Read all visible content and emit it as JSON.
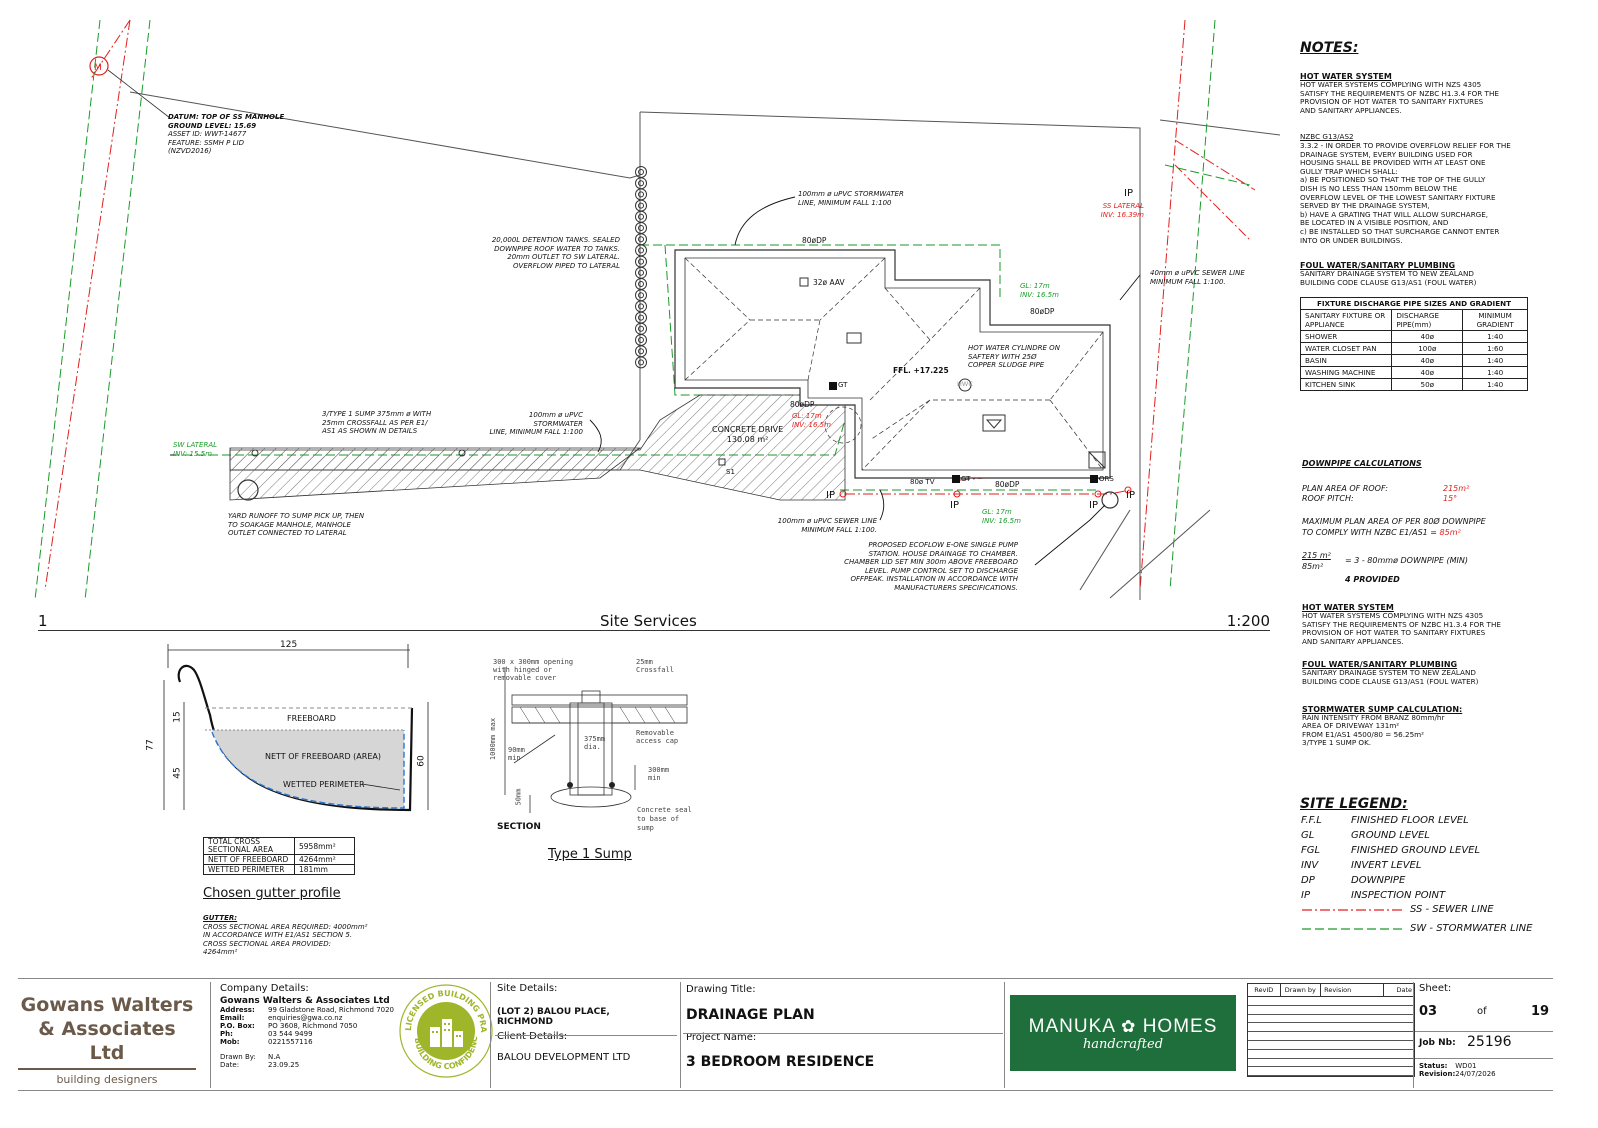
{
  "site_plan": {
    "datum": {
      "title": "DATUM: TOP OF SS MANHOLE",
      "ground": "GROUND LEVEL: 15.69",
      "asset": "ASSET ID: WWT-14677",
      "feature": "FEATURE: SSMH P LID",
      "ref": "(NZVD2016)"
    },
    "manhole_label": "M",
    "detention_note": [
      "20,000L DETENTION TANKS. SEALED",
      "DOWNPIPE ROOF WATER TO TANKS.",
      "20mm OUTLET TO SW LATERAL.",
      "OVERFLOW PIPED TO LATERAL"
    ],
    "sw_pipe_note_top": [
      "100mm ø uPVC STORMWATER",
      "LINE, MINIMUM FALL 1:100"
    ],
    "sw_pipe_note_mid": [
      "100mm ø uPVC STORMWATER",
      "LINE, MINIMUM FALL 1:100"
    ],
    "sump_note": [
      "3/TYPE 1 SUMP 375mm ø WITH",
      "25mm CROSSFALL AS PER E1/",
      "AS1 AS SHOWN IN DETAILS"
    ],
    "sw_lateral": [
      "SW LATERAL",
      "INV: 15.5m"
    ],
    "yard_note": [
      "YARD RUNOFF TO SUMP PICK UP, THEN",
      "TO SOAKAGE MANHOLE, MANHOLE",
      "OUTLET CONNECTED TO LATERAL"
    ],
    "concrete_drive": [
      "CONCRETE DRIVE",
      "130.08 m²"
    ],
    "sewer_note": [
      "100mm ø uPVC SEWER LINE",
      "MINIMUM FALL 1:100."
    ],
    "pump_note": [
      "PROPOSED ECOFLOW E-ONE SINGLE PUMP",
      "STATION. HOUSE DRAINAGE TO CHAMBER.",
      "CHAMBER LID SET MIN 300m ABOVE FREEBOARD",
      "LEVEL. PUMP CONTROL SET TO DISCHARGE",
      "OFFPEAK. INSTALLATION IN ACCORDANCE WITH",
      "MANUFACTURERS SPECIFICATIONS."
    ],
    "hwc_note": [
      "HOT WATER CYLINDRE ON",
      "SAFTERY WITH 25Ø",
      "COPPER SLUDGE PIPE"
    ],
    "ffl": "FFL. +17.225",
    "aav": "32ø AAV",
    "ss_lateral": [
      "SS LATERAL",
      "INV: 16.39m"
    ],
    "ss_pipe_note": [
      "40mm ø uPVC SEWER LINE",
      "MINIMUM FALL 1:100."
    ],
    "gl_inv_a": [
      "GL: 17m",
      "INV: 16.5m"
    ],
    "gl_inv_b": [
      "GL: 17m",
      "INV: 16.5m"
    ],
    "gl_inv_c": [
      "GL: 17m",
      "INV: 16.5m"
    ],
    "dp_labels": [
      "80øDP",
      "80øDP",
      "80øDP",
      "80øDP"
    ],
    "ip": "IP",
    "gt": "GT",
    "tv": "80ø TV",
    "ors": "ORS",
    "hwc": "HWC",
    "s1": "S1",
    "footer_num": "1",
    "footer_title": "Site Services",
    "footer_scale": "1:200"
  },
  "gutter": {
    "width": "125",
    "h_total": "77",
    "h_top": "15",
    "h_bottom": "45",
    "h_right": "60",
    "freeboard": "FREEBOARD",
    "nett": "NETT OF FREEBOARD (AREA)",
    "wetted": "WETTED PERIMETER",
    "table": [
      [
        "TOTAL CROSS SECTIONAL AREA",
        "5958mm²"
      ],
      [
        "NETT OF FREEBOARD",
        "4264mm²"
      ],
      [
        "WETTED PERIMETER",
        "181mm"
      ]
    ],
    "title": "Chosen gutter profile",
    "note_h": "GUTTER:",
    "note_lines": [
      "CROSS SECTIONAL AREA REQUIRED: 4000mm²",
      "IN ACCORDANCE WITH E1/AS1 SECTION 5.",
      "CROSS SECTIONAL AREA PROVIDED:",
      "4264mm²"
    ]
  },
  "sump": {
    "opening": [
      "300 x 300mm opening",
      "with hinged or",
      "removable cover"
    ],
    "crossfall": [
      "25mm",
      "Crossfall"
    ],
    "max": "1000mm max",
    "dia": [
      "375mm",
      "dia."
    ],
    "cap": [
      "Removable",
      "access cap"
    ],
    "min90": [
      "90mm",
      "min"
    ],
    "min300": [
      "300mm",
      "min"
    ],
    "min50": "50mm",
    "seal": [
      "Concrete seal",
      "to base of",
      "sump"
    ],
    "section": "SECTION",
    "title": "Type 1 Sump"
  },
  "notes": {
    "heading": "NOTES:",
    "hws_h": "HOT WATER SYSTEM",
    "hws_b": [
      "HOT WATER SYSTEMS COMPLYING WITH NZS 4305",
      "SATISFY THE REQUIREMENTS OF NZBC H1.3.4 FOR THE",
      "PROVISION OF HOT WATER TO SANITARY FIXTURES",
      "AND SANITARY APPLIANCES."
    ],
    "nzbc_h": "NZBC G13/AS2",
    "nzbc_b": [
      "3.3.2 - IN ORDER TO PROVIDE OVERFLOW RELIEF FOR THE",
      "DRAINAGE SYSTEM, EVERY BUILDING USED FOR",
      "HOUSING SHALL BE PROVIDED WITH AT LEAST ONE",
      "GULLY TRAP WHICH SHALL:",
      "a) BE POSITIONED SO THAT THE TOP OF THE GULLY",
      "DISH IS NO LESS THAN 150mm BELOW THE",
      "OVERFLOW LEVEL OF THE LOWEST SANITARY FIXTURE",
      "SERVED BY THE DRAINAGE SYSTEM,",
      "b) HAVE A GRATING THAT WILL ALLOW SURCHARGE,",
      "BE LOCATED IN A VISIBLE POSITION, AND",
      "c) BE INSTALLED SO THAT SURCHARGE CANNOT ENTER",
      "INTO OR UNDER BUILDINGS."
    ],
    "foul_h": "FOUL WATER/SANITARY PLUMBING",
    "foul_b": [
      "SANITARY DRAINAGE SYSTEM TO NEW ZEALAND",
      "BUILDING CODE CLAUSE G13/AS1 (FOUL WATER)"
    ],
    "fixture_title": "FIXTURE DISCHARGE PIPE SIZES AND GRADIENT",
    "fixture_head": [
      "SANITARY FIXTURE OR APPLIANCE",
      "DISCHARGE PIPE(mm)",
      "MINIMUM GRADIENT"
    ],
    "fixture_rows": [
      [
        "SHOWER",
        "40ø",
        "1:40"
      ],
      [
        "WATER CLOSET PAN",
        "100ø",
        "1:60"
      ],
      [
        "BASIN",
        "40ø",
        "1:40"
      ],
      [
        "WASHING MACHINE",
        "40ø",
        "1:40"
      ],
      [
        "KITCHEN SINK",
        "50ø",
        "1:40"
      ]
    ],
    "dp_h": "DOWNPIPE CALCULATIONS",
    "dp_area_l": "PLAN AREA OF ROOF:",
    "dp_area_v": "215m²",
    "dp_pitch_l": "ROOF PITCH:",
    "dp_pitch_v": "15°",
    "dp_max": [
      "MAXIMUM PLAN AREA OF PER 80Ø DOWNPIPE",
      "TO COMPLY WITH NZBC E1/AS1 = "
    ],
    "dp_max_v": "85m²",
    "dp_frac_top": "215 m²",
    "dp_frac_bot": "85m²",
    "dp_result": "= 3  - 80mmø DOWNPIPE (MIN)",
    "dp_provided": "4 PROVIDED",
    "hws2_h": "HOT WATER SYSTEM",
    "hws2_b": [
      "HOT WATER SYSTEMS COMPLYING WITH NZS 4305",
      "SATISFY THE REQUIREMENTS OF NZBC H1.3.4 FOR THE",
      "PROVISION OF HOT WATER TO SANITARY FIXTURES",
      "AND SANITARY APPLIANCES."
    ],
    "foul2_h": "FOUL WATER/SANITARY PLUMBING",
    "foul2_b": [
      "SANITARY DRAINAGE SYSTEM TO NEW ZEALAND",
      "BUILDING CODE CLAUSE G13/AS1 (FOUL WATER)"
    ],
    "sump_h": "STORMWATER SUMP CALCULATION:",
    "sump_b": [
      "RAIN INTENSITY FROM BRANZ 80mm/hr",
      "AREA OF DRIVEWAY 131m²",
      "FROM E1/AS1 4500/80 = 56.25m²",
      "3/TYPE 1 SUMP OK."
    ]
  },
  "legend": {
    "heading": "SITE LEGEND:",
    "items": [
      [
        "F.F.L",
        "FINISHED FLOOR LEVEL"
      ],
      [
        "GL",
        "GROUND LEVEL"
      ],
      [
        "FGL",
        "FINISHED GROUND LEVEL"
      ],
      [
        "INV",
        "INVERT LEVEL"
      ],
      [
        "DP",
        "DOWNPIPE"
      ],
      [
        "IP",
        "INSPECTION POINT"
      ]
    ],
    "ss": "SS - SEWER LINE",
    "sw": "SW - STORMWATER LINE"
  },
  "title_block": {
    "logo1": "Gowans Walters",
    "logo2": "& Associates Ltd",
    "logo3": "building designers",
    "company_h": "Company Details:",
    "company_name": "Gowans Walters & Associates Ltd",
    "company_rows": [
      [
        "Address:",
        "99 Gladstone Road, Richmond 7020"
      ],
      [
        "Email:",
        "enquiries@gwa.co.nz"
      ],
      [
        "P.O. Box:",
        "PO 3608, Richmond 7050"
      ],
      [
        "Ph:",
        "03 544 9499"
      ],
      [
        "Mob:",
        "0221557116"
      ]
    ],
    "drawn_by_l": "Drawn By:",
    "drawn_by_v": "N.A",
    "date_l": "Date:",
    "date_v": "23.09.25",
    "seal_top": "LICENSED BUILDING PRACTITIONER",
    "seal_bottom": "BUILDING CONFIDENCE",
    "site_h": "Site Details:",
    "site_v": [
      "(LOT 2) BALOU PLACE,",
      "RICHMOND"
    ],
    "client_h": "Client Details:",
    "client_v": "BALOU DEVELOPMENT LTD",
    "drawing_h": "Drawing Title:",
    "drawing_v": "DRAINAGE PLAN",
    "project_h": "Project Name:",
    "project_v": "3 BEDROOM RESIDENCE",
    "brand1": "MANUKA",
    "brand2": "HOMES",
    "brand3": "handcrafted",
    "rev_head": [
      "RevID",
      "Drawn by",
      "Revision",
      "Date"
    ],
    "sheet_h": "Sheet:",
    "sheet_no": "03",
    "sheet_of": "of",
    "sheet_total": "19",
    "job_l": "Job Nb:",
    "job_v": "25196",
    "status_l": "Status:",
    "status_v": "WD01",
    "revision_l": "Revision:",
    "revision_v": "24/07/2026"
  },
  "colors": {
    "sewer": "#e0201e",
    "storm": "#1a9a2a",
    "brand_green": "#1f6f3c",
    "logo_brown": "#6b5a4a",
    "seal_green": "#9fb52a"
  }
}
